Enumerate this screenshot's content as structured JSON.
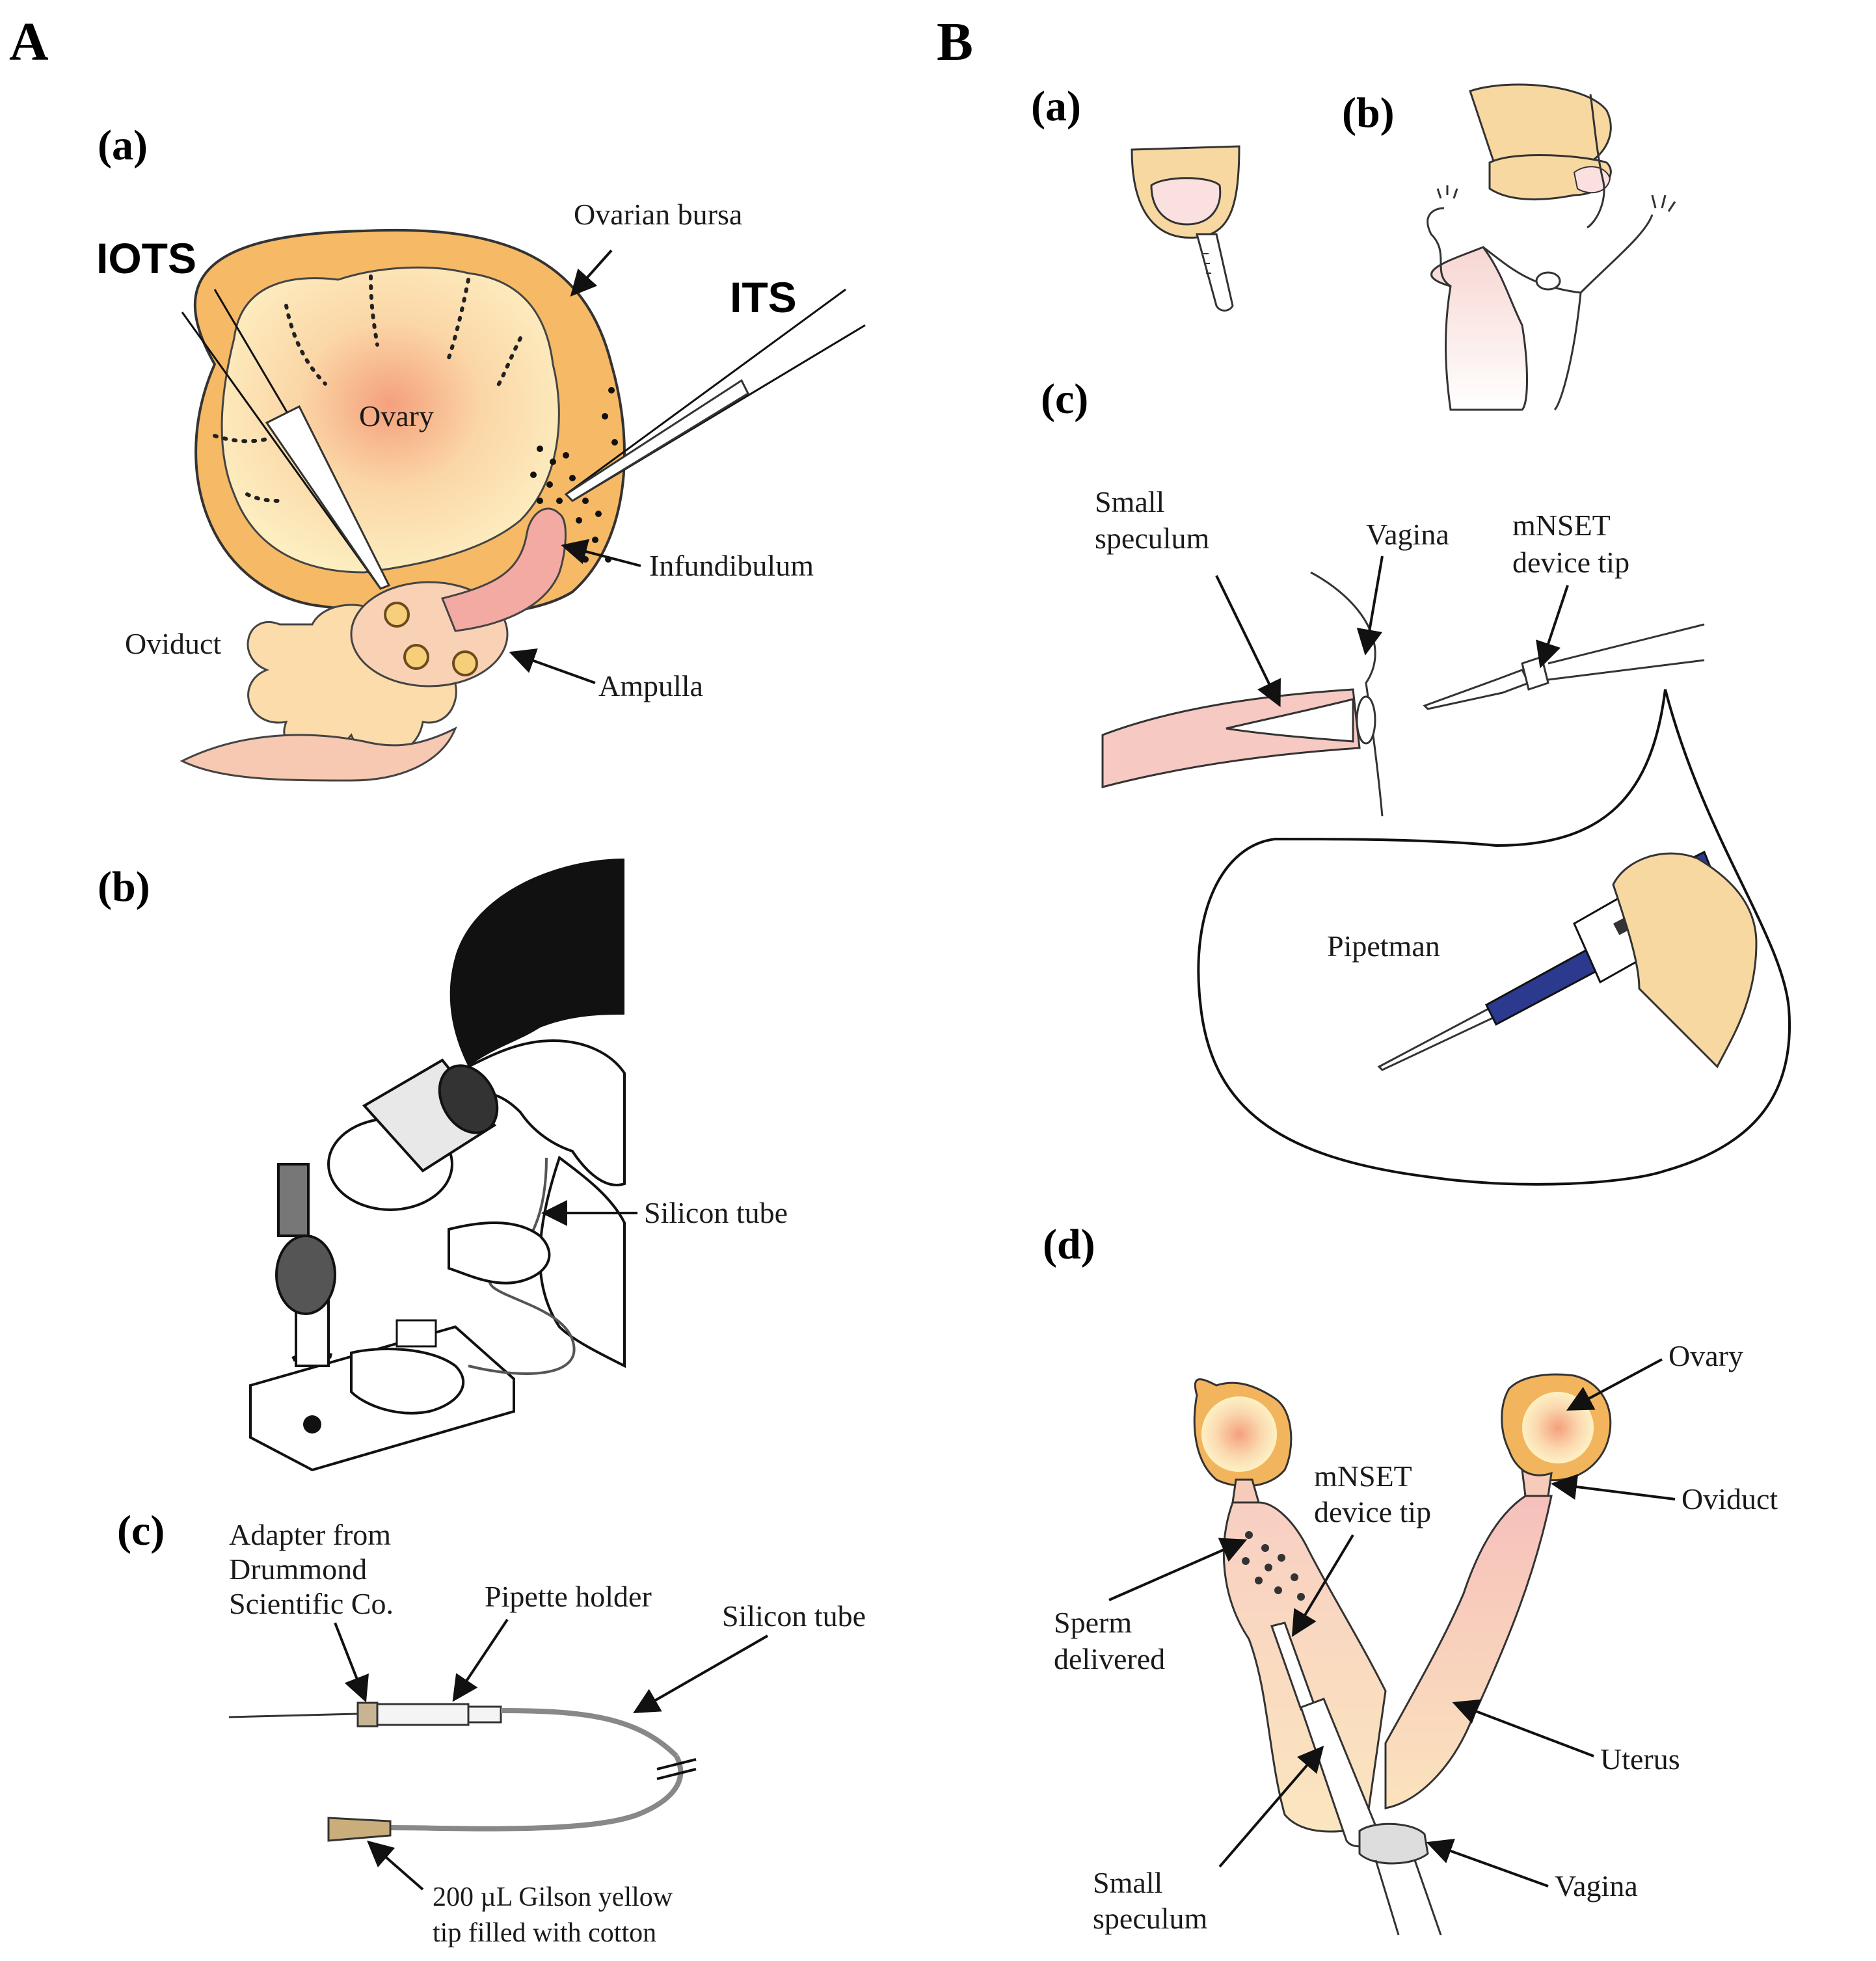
{
  "panels": {
    "A": {
      "label": "A",
      "a": {
        "label": "(a)",
        "iots": "IOTS",
        "its": "ITS",
        "ovarian_bursa": "Ovarian bursa",
        "ovary": "Ovary",
        "infundibulum": "Infundibulum",
        "oviduct": "Oviduct",
        "ampulla": "Ampulla"
      },
      "b": {
        "label": "(b)",
        "silicon_tube": "Silicon tube"
      },
      "c": {
        "label": "(c)",
        "adapter_line1": "Adapter from",
        "adapter_line2": "Drummond",
        "adapter_line3": "Scientific Co.",
        "pipette_holder": "Pipette holder",
        "silicon_tube": "Silicon tube",
        "gilson_line1": "200 µL Gilson yellow",
        "gilson_line2": "tip filled with cotton"
      }
    },
    "B": {
      "label": "B",
      "a": {
        "label": "(a)"
      },
      "b": {
        "label": "(b)"
      },
      "c": {
        "label": "(c)",
        "small_speculum_line1": "Small",
        "small_speculum_line2": "speculum",
        "vagina": "Vagina",
        "mnset_line1": "mNSET",
        "mnset_line2": "device tip",
        "pipetman": "Pipetman"
      },
      "d": {
        "label": "(d)",
        "ovary": "Ovary",
        "oviduct": "Oviduct",
        "mnset_line1": "mNSET",
        "mnset_line2": "device tip",
        "sperm_line1": "Sperm",
        "sperm_line2": "delivered",
        "uterus": "Uterus",
        "small_speculum_line1": "Small",
        "small_speculum_line2": "speculum",
        "vagina": "Vagina"
      }
    }
  }
}
